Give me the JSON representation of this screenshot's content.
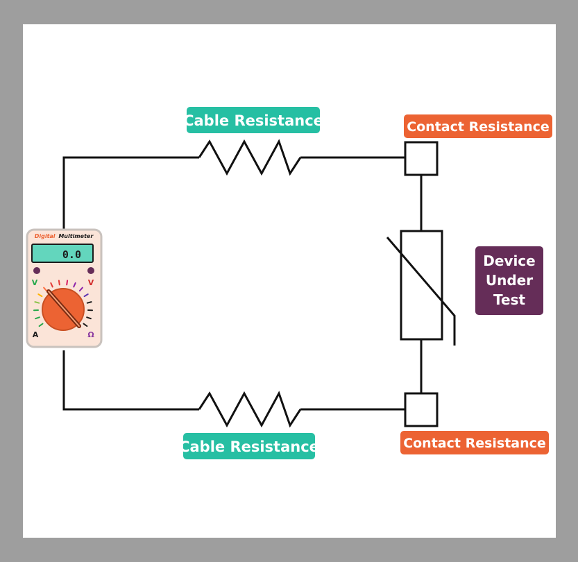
{
  "colors": {
    "frame": "#9e9e9e",
    "background": "#ffffff",
    "wire": "#111111",
    "cable_label": "#26bfa3",
    "contact_label": "#ec6333",
    "device_label": "#652d58",
    "meter_body": "#fbe4d8",
    "meter_display": "#63d6bd",
    "meter_dial": "#ec6333"
  },
  "labels": {
    "cable_top": "Cable Resistance",
    "cable_bottom": "Cable Resistance",
    "contact_top": "Contact Resistance",
    "contact_bottom": "Contact Resistance",
    "device_line1": "Device",
    "device_line2": "Under",
    "device_line3": "Test"
  },
  "multimeter": {
    "brand_word1": "Digital",
    "brand_word2": "Multimeter",
    "reading": "0.0",
    "mark_left": "V",
    "mark_right": "V",
    "mark_amp": "A",
    "mark_ohm": "Ω"
  }
}
